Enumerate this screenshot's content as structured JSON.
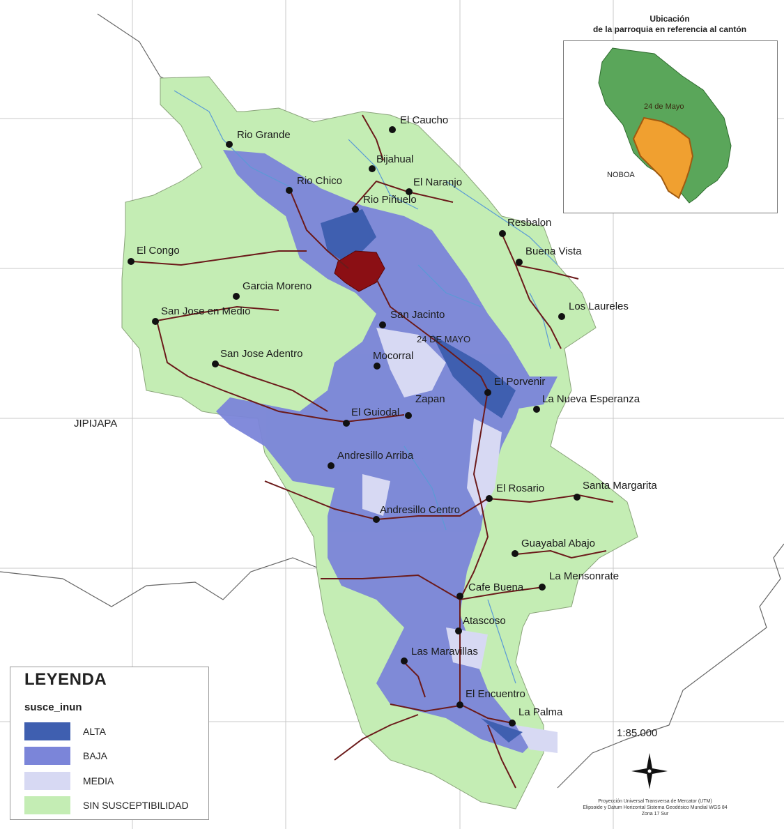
{
  "inset": {
    "title_line1": "Ubicación",
    "title_line2": "de la parroquia en referencia al cantón",
    "label_main": "24 de Mayo",
    "label_other": "NOBOA"
  },
  "legend": {
    "title": "LEYENDA",
    "field": "susce_inun",
    "items": [
      {
        "label": "ALTA",
        "color": "#3f5fb0"
      },
      {
        "label": "BAJA",
        "color": "#7b85d9"
      },
      {
        "label": "MEDIA",
        "color": "#d7d9f3"
      },
      {
        "label": "SIN SUSCEPTIBILIDAD",
        "color": "#c4edb4"
      }
    ]
  },
  "scale": "1:85.000",
  "credits": {
    "line1": "Proyección Universal Transversa de Mercator (UTM)",
    "line2": "Elipsoide y Datum Horizontal Sistema Geodésico Mundial WGS 84",
    "line3": "Zona 17 Sur"
  },
  "regions": {
    "west": "JIPIJAPA",
    "parish": "24 DE MAYO"
  },
  "places": [
    "El Caucho",
    "Rio Grande",
    "Bijahual",
    "El Naranjo",
    "Rio Chico",
    "Rio Piñuelo",
    "Resbalon",
    "El Congo",
    "Buena Vista",
    "Garcia Moreno",
    "San Jose en Medio",
    "Los Laureles",
    "San Jacinto",
    "Mocorral",
    "San Jose Adentro",
    "El Porvenir",
    "Zapan",
    "La Nueva Esperanza",
    "El Guiodal",
    "Andresillo Arriba",
    "El Rosario",
    "Santa Margarita",
    "Andresillo Centro",
    "Guayabal Abajo",
    "La Mensonrate",
    "Cafe Buena",
    "Atascoso",
    "Las Maravillas",
    "El Encuentro",
    "La Palma"
  ],
  "colors": {
    "alta": "#3f5fb0",
    "baja": "#7b85d9",
    "media": "#d7d9f3",
    "sin": "#c4edb4",
    "town": "#8b0f14",
    "road": "#6b1a1a",
    "river": "#5a9ad6",
    "inset_canton": "#5aa65a",
    "inset_parish": "#f0a030"
  }
}
